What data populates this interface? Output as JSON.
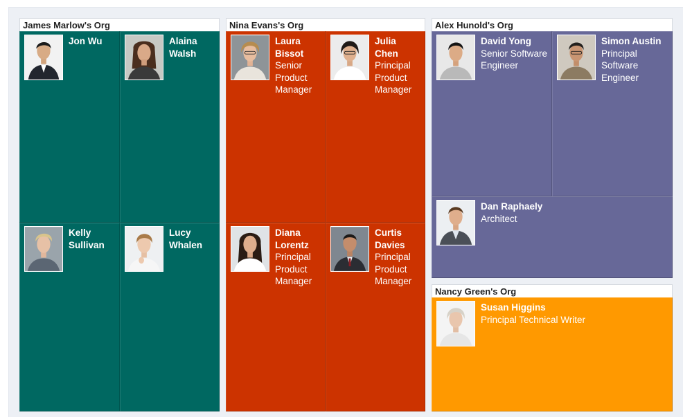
{
  "colors": {
    "james_org": "#006861",
    "nina_org": "#cc3300",
    "alex_org": "#676898",
    "nancy_org": "#ff9900"
  },
  "orgs": {
    "james": {
      "header": "James Marlow's Org",
      "people": [
        {
          "name": "Jon Wu",
          "title": "",
          "photo": "photo-jon-wu"
        },
        {
          "name": "Alaina Walsh",
          "title": "",
          "photo": "photo-alaina-walsh"
        },
        {
          "name": "Kelly Sullivan",
          "title": "",
          "photo": "photo-kelly-sullivan"
        },
        {
          "name": "Lucy Whalen",
          "title": "",
          "photo": "photo-lucy-whalen"
        }
      ]
    },
    "nina": {
      "header": "Nina Evans's Org",
      "people": [
        {
          "name": "Laura Bissot",
          "title": "Senior Product Manager",
          "photo": "photo-laura-bissot"
        },
        {
          "name": "Julia Chen",
          "title": "Principal Product Manager",
          "photo": "photo-julia-chen"
        },
        {
          "name": "Diana Lorentz",
          "title": "Principal Product Manager",
          "photo": "photo-diana-lorentz"
        },
        {
          "name": "Curtis Davies",
          "title": "Principal Product Manager",
          "photo": "photo-curtis-davies"
        }
      ]
    },
    "alex": {
      "header": "Alex Hunold's Org",
      "people": [
        {
          "name": "David Yong",
          "title": "Senior Software Engineer",
          "photo": "photo-david-yong"
        },
        {
          "name": "Simon Austin",
          "title": "Principal Software Engineer",
          "photo": "photo-simon-austin"
        },
        {
          "name": "Dan Raphaely",
          "title": "Architect",
          "photo": "photo-dan-raphaely"
        }
      ]
    },
    "nancy": {
      "header": "Nancy Green's Org",
      "people": [
        {
          "name": "Susan Higgins",
          "title": "Principal Technical Writer",
          "photo": "photo-susan-higgins"
        }
      ]
    }
  }
}
